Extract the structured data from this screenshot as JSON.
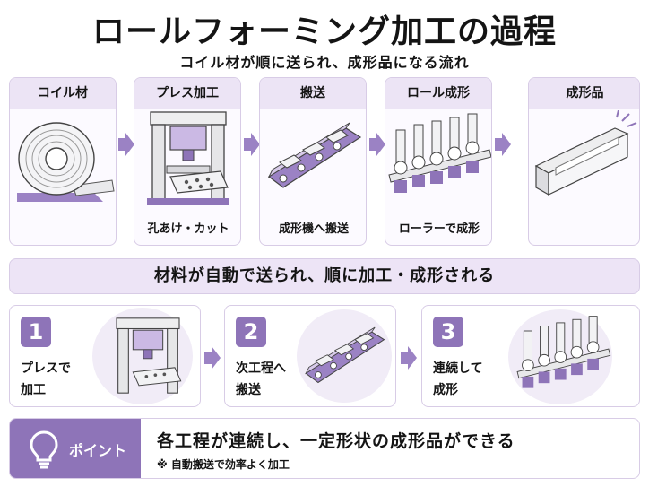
{
  "title": "ロールフォーミング加工の過程",
  "subtitle": "コイル材が順に送られ、成形品になる流れ",
  "stages": [
    {
      "label": "コイル材",
      "caption": ""
    },
    {
      "label": "プレス加工",
      "caption": "孔あけ・カット"
    },
    {
      "label": "搬送",
      "caption": "成形機へ搬送"
    },
    {
      "label": "ロール成形",
      "caption": "ローラーで成形"
    },
    {
      "label": "成形品",
      "caption": ""
    }
  ],
  "banner": "材料が自動で送られ、順に加工・成形される",
  "steps": [
    {
      "number": "1",
      "text": "プレスで\n加工"
    },
    {
      "number": "2",
      "text": "次工程へ\n搬送"
    },
    {
      "number": "3",
      "text": "連続して\n成形"
    }
  ],
  "point": {
    "tag": "ポイント",
    "main": "各工程が連続し、一定形状の成形品ができる",
    "note": "※ 自動搬送で効率よく加工",
    "icon": "lightbulb-icon"
  },
  "colors": {
    "accent": "#8e74b8",
    "soft": "#ede4f6",
    "border": "#d8cce6"
  }
}
